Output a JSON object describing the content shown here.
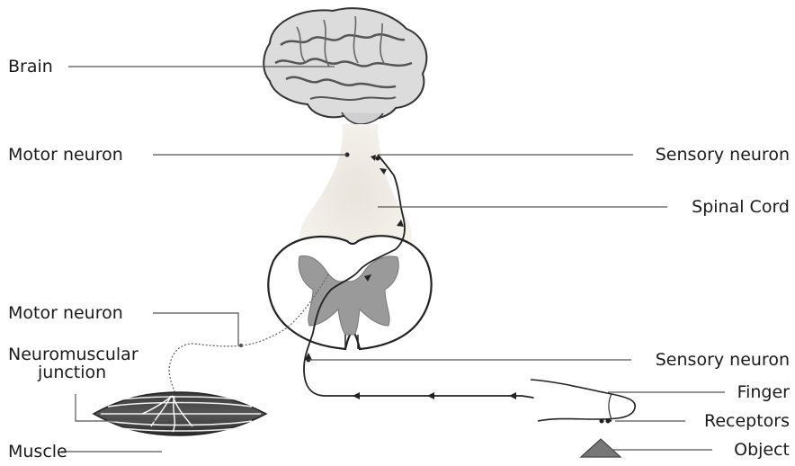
{
  "labels": {
    "brain": "Brain",
    "motor_neuron_upper": "Motor neuron",
    "sensory_neuron_upper": "Sensory neuron",
    "spinal_cord": "Spinal Cord",
    "motor_neuron_lower": "Motor neuron",
    "neuromuscular_line1": "Neuromuscular",
    "neuromuscular_line2": "junction",
    "muscle": "Muscle",
    "sensory_neuron_lower": "Sensory neuron",
    "finger": "Finger",
    "receptors": "Receptors",
    "object": "Object"
  }
}
